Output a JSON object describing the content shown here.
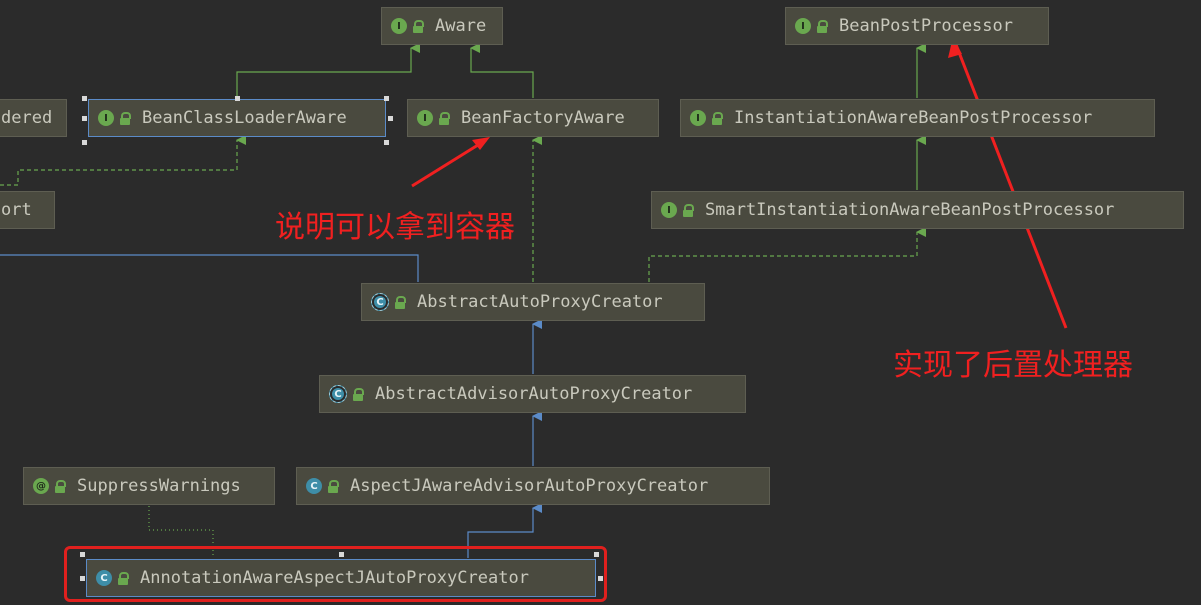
{
  "nodes": {
    "aware": {
      "label": "Aware",
      "kind": "I"
    },
    "bean_post_processor": {
      "label": "BeanPostProcessor",
      "kind": "I"
    },
    "ordered_partial": {
      "label": "dered"
    },
    "bean_class_loader_aware": {
      "label": "BeanClassLoaderAware",
      "kind": "I"
    },
    "bean_factory_aware": {
      "label": "BeanFactoryAware",
      "kind": "I"
    },
    "instantiation_aware_bpp": {
      "label": "InstantiationAwareBeanPostProcessor",
      "kind": "I"
    },
    "support_partial": {
      "label": "ort"
    },
    "smart_instantiation_aware_bpp": {
      "label": "SmartInstantiationAwareBeanPostProcessor",
      "kind": "I"
    },
    "abstract_auto_proxy_creator": {
      "label": "AbstractAutoProxyCreator",
      "kind": "C"
    },
    "abstract_advisor_auto_proxy_creator": {
      "label": "AbstractAdvisorAutoProxyCreator",
      "kind": "C"
    },
    "suppress_warnings": {
      "label": "SuppressWarnings",
      "kind": "@"
    },
    "aspectj_aware_advisor_auto_proxy_creator": {
      "label": "AspectJAwareAdvisorAutoProxyCreator",
      "kind": "C"
    },
    "annotation_aware_aspectj_auto_proxy_creator": {
      "label": "AnnotationAwareAspectJAutoProxyCreator",
      "kind": "C"
    }
  },
  "annotations": {
    "get_container": "说明可以拿到容器",
    "implements_post_processor": "实现了后置处理器"
  },
  "colors": {
    "background": "#2b2b2b",
    "node_fill": "#4a4a3f",
    "interface_edge": "#6aa84f",
    "class_edge": "#5b8bc8",
    "annotation_red": "#f02020"
  }
}
